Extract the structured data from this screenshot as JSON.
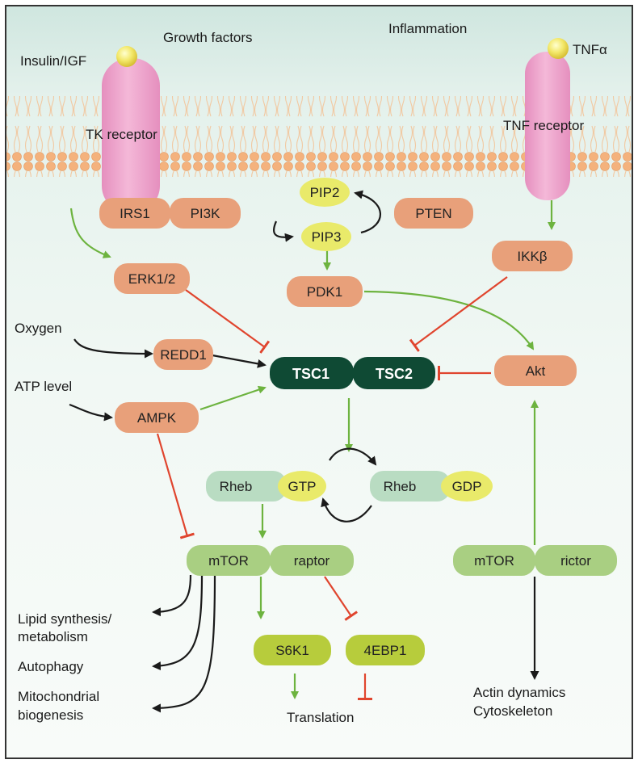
{
  "labels": {
    "growth_factors": "Growth factors",
    "inflammation": "Inflammation",
    "insulin_igf": "Insulin/IGF",
    "tnf_alpha": "TNFα",
    "tk_receptor": "TK receptor",
    "tnf_receptor": "TNF receptor",
    "oxygen": "Oxygen",
    "atp_level": "ATP level",
    "lipid_1": "Lipid synthesis/",
    "lipid_2": "metabolism",
    "autophagy": "Autophagy",
    "mito_1": "Mitochondrial",
    "mito_2": "biogenesis",
    "translation": "Translation",
    "actin_1": "Actin dynamics",
    "actin_2": "Cytoskeleton"
  },
  "nodes": {
    "irs1": "IRS1",
    "pi3k": "PI3K",
    "pip2": "PIP2",
    "pip3": "PIP3",
    "pten": "PTEN",
    "ikkb": "IKKβ",
    "erk": "ERK1/2",
    "pdk1": "PDK1",
    "redd1": "REDD1",
    "tsc1": "TSC1",
    "tsc2": "TSC2",
    "akt": "Akt",
    "ampk": "AMPK",
    "rheb_gtp_rheb": "Rheb",
    "gtp": "GTP",
    "rheb_gdp_rheb": "Rheb",
    "gdp": "GDP",
    "mtorc1_mtor": "mTOR",
    "raptor": "raptor",
    "mtorc2_mtor": "mTOR",
    "rictor": "rictor",
    "s6k1": "S6K1",
    "ebp1": "4EBP1"
  },
  "colors": {
    "orange_node": "#e8a07a",
    "yellow_node": "#e9ea6a",
    "tsc_dark": "#0f4a34",
    "green_node": "#a9cf82",
    "lime_node": "#b7cc3c",
    "rheb_node": "#b9dcc2",
    "receptor_pink": "#eda2c9",
    "activation_arrow": "#6db33f",
    "inhibition_arrow": "#e0452e",
    "black_arrow": "#1a1a1a"
  }
}
